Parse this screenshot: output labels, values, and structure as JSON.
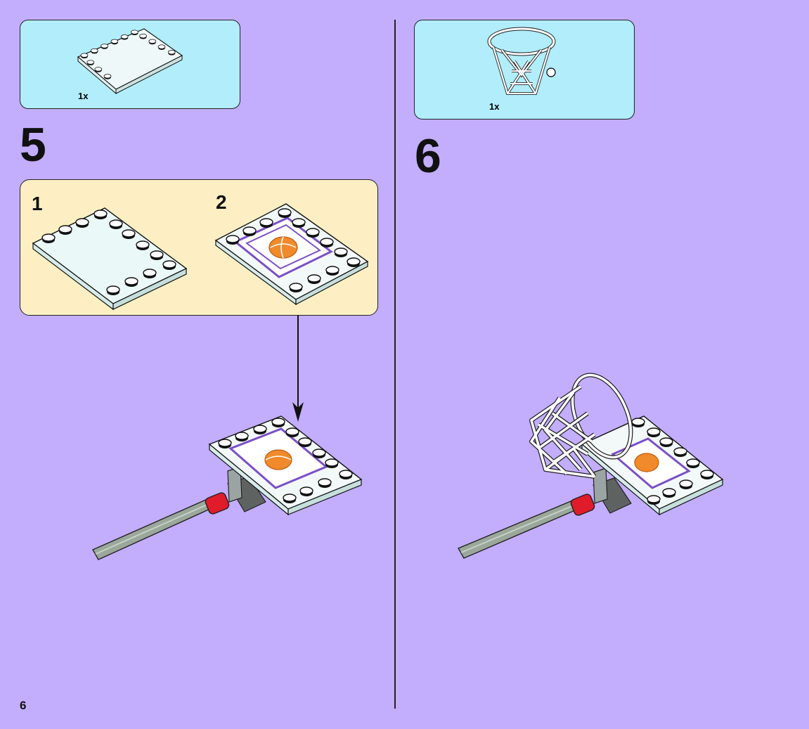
{
  "page": {
    "number": "6"
  },
  "steps": [
    {
      "number": "5",
      "parts": [
        {
          "name": "plate-6x4",
          "qty": "1x"
        }
      ],
      "substeps": [
        {
          "number": "1"
        },
        {
          "number": "2"
        }
      ]
    },
    {
      "number": "6",
      "parts": [
        {
          "name": "basketball-hoop",
          "qty": "1x"
        }
      ]
    }
  ],
  "colors": {
    "background": "#c3adfd",
    "parts_box": "#b1edfb",
    "substep_box": "#fdefc3",
    "rod": "#9aa79a",
    "connector": "#e01b2a",
    "court_line": "#7b4fc8",
    "ball": "#f08a2a"
  }
}
